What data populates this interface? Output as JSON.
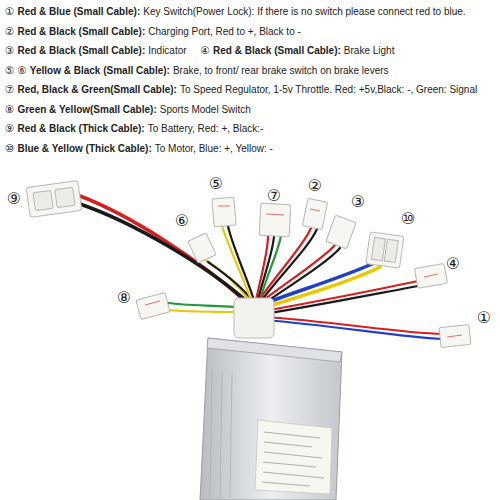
{
  "diagram": {
    "labels": [
      "①",
      "Red & Blue (Small Cable):",
      "Key Switch(Power Lock): If there is no switch please connect red to blue.",
      "②",
      "Red & Black (Small Cable):",
      "Charging Port, Red to +, Black to -",
      "③",
      "Red & Black (Small Cable):",
      "Indicator",
      "④",
      "Red & Black (Small Cable):",
      "Brake Light",
      "⑤",
      "⑥",
      "Yellow & Black (Small Cable):",
      "Brake, to front/ rear brake switch on brake levers",
      "⑦",
      "Red, Black & Green(Small Cable):",
      "To Speed Regulator, 1-5v Throttle. Red: +5v,Black: -, Green: Signal",
      "⑧",
      "Green & Yellow(Small Cable):",
      "Sports Model Switch",
      "⑨",
      "Red & Black (Thick Cable):",
      "To Battery, Red: +, Black:-",
      "⑩",
      "Blue & Yellow (Thick Cable):",
      "To Motor, Blue: +, Yellow: -",
      "⑨",
      "⑤",
      "⑦",
      "②",
      "③",
      "⑩",
      "⑥",
      "④",
      "⑧",
      "①"
    ]
  }
}
